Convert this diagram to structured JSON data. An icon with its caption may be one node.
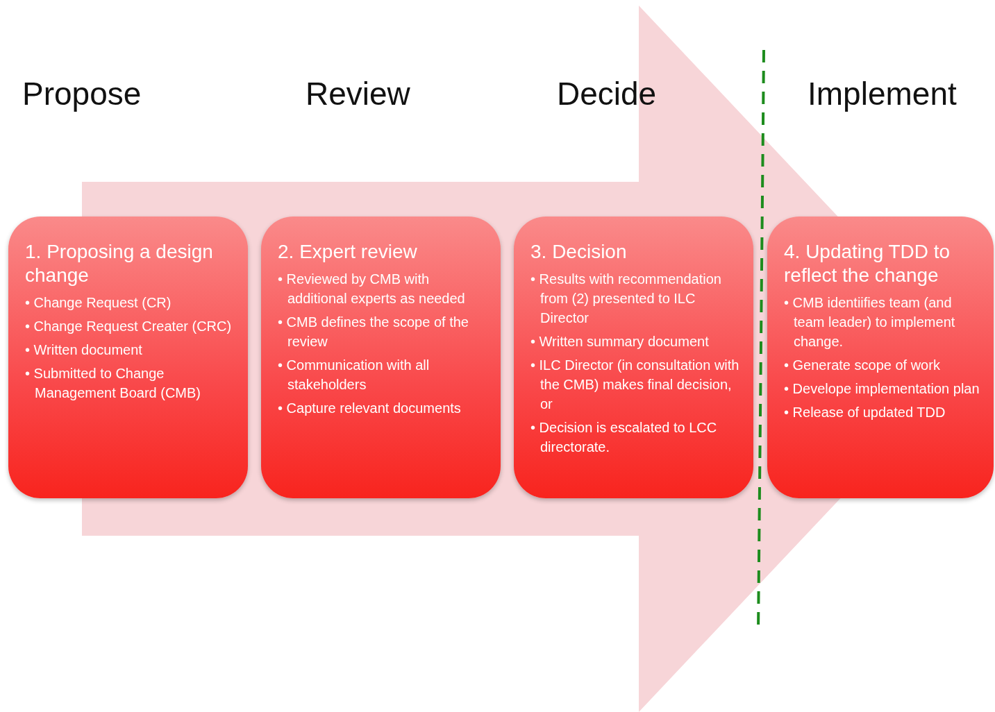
{
  "diagram": {
    "nodes": [
      {
        "text": [
          "1. Proposing a design change",
          "• Change Request (CR)",
          "• Change Request Creater (CRC)",
          "• Written document",
          "• Submitted to Change Management Board (CMB)"
        ]
      },
      {
        "text": [
          "2. Expert review",
          "• Reviewed by CMB with additional experts as needed",
          "• CMB defines the scope of the review",
          "• Communication with all stakeholders",
          "• Capture relevant documents"
        ]
      },
      {
        "text": [
          "3. Decision",
          "• Results with recommendation from (2) presented to  ILC Director",
          "• Written summary document",
          "• ILC Director (in consultation with the CMB) makes final decision, or",
          "• Decision is escalated to LCC directorate."
        ]
      },
      {
        "text": [
          "4. Updating TDD to reflect the change",
          "• CMB identiifies team (and team leader) to implement change.",
          "• Generate scope of work",
          "• Develope implementation plan",
          "• Release of updated TDD"
        ]
      }
    ],
    "edges": [
      {
        "from": 0,
        "to": 3,
        "arrow": "to"
      }
    ],
    "labels": [
      "Propose",
      "Review",
      "Decide",
      "Implement"
    ]
  }
}
